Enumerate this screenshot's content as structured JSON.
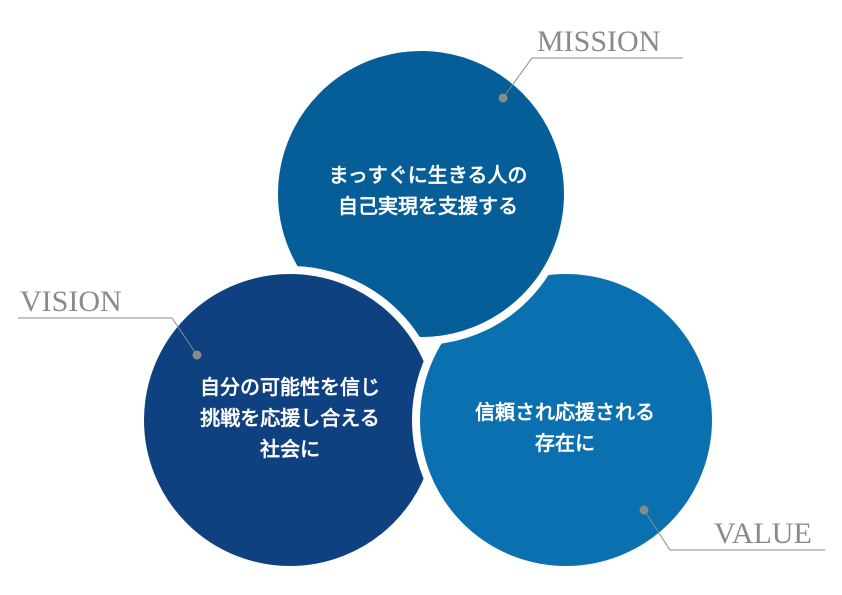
{
  "colors": {
    "mission": "#055e98",
    "vision": "#0f4180",
    "value": "#0b70b0",
    "label": "#8a8a8a"
  },
  "mission": {
    "label": "MISSION",
    "lines": [
      "まっすぐに生きる人の",
      "自己実現を支援する"
    ]
  },
  "vision": {
    "label": "VISION",
    "lines": [
      "自分の可能性を信じ",
      "挑戦を応援し合える",
      "社会に"
    ]
  },
  "value": {
    "label": "VALUE",
    "lines": [
      "信頼され応援される",
      "存在に"
    ]
  }
}
